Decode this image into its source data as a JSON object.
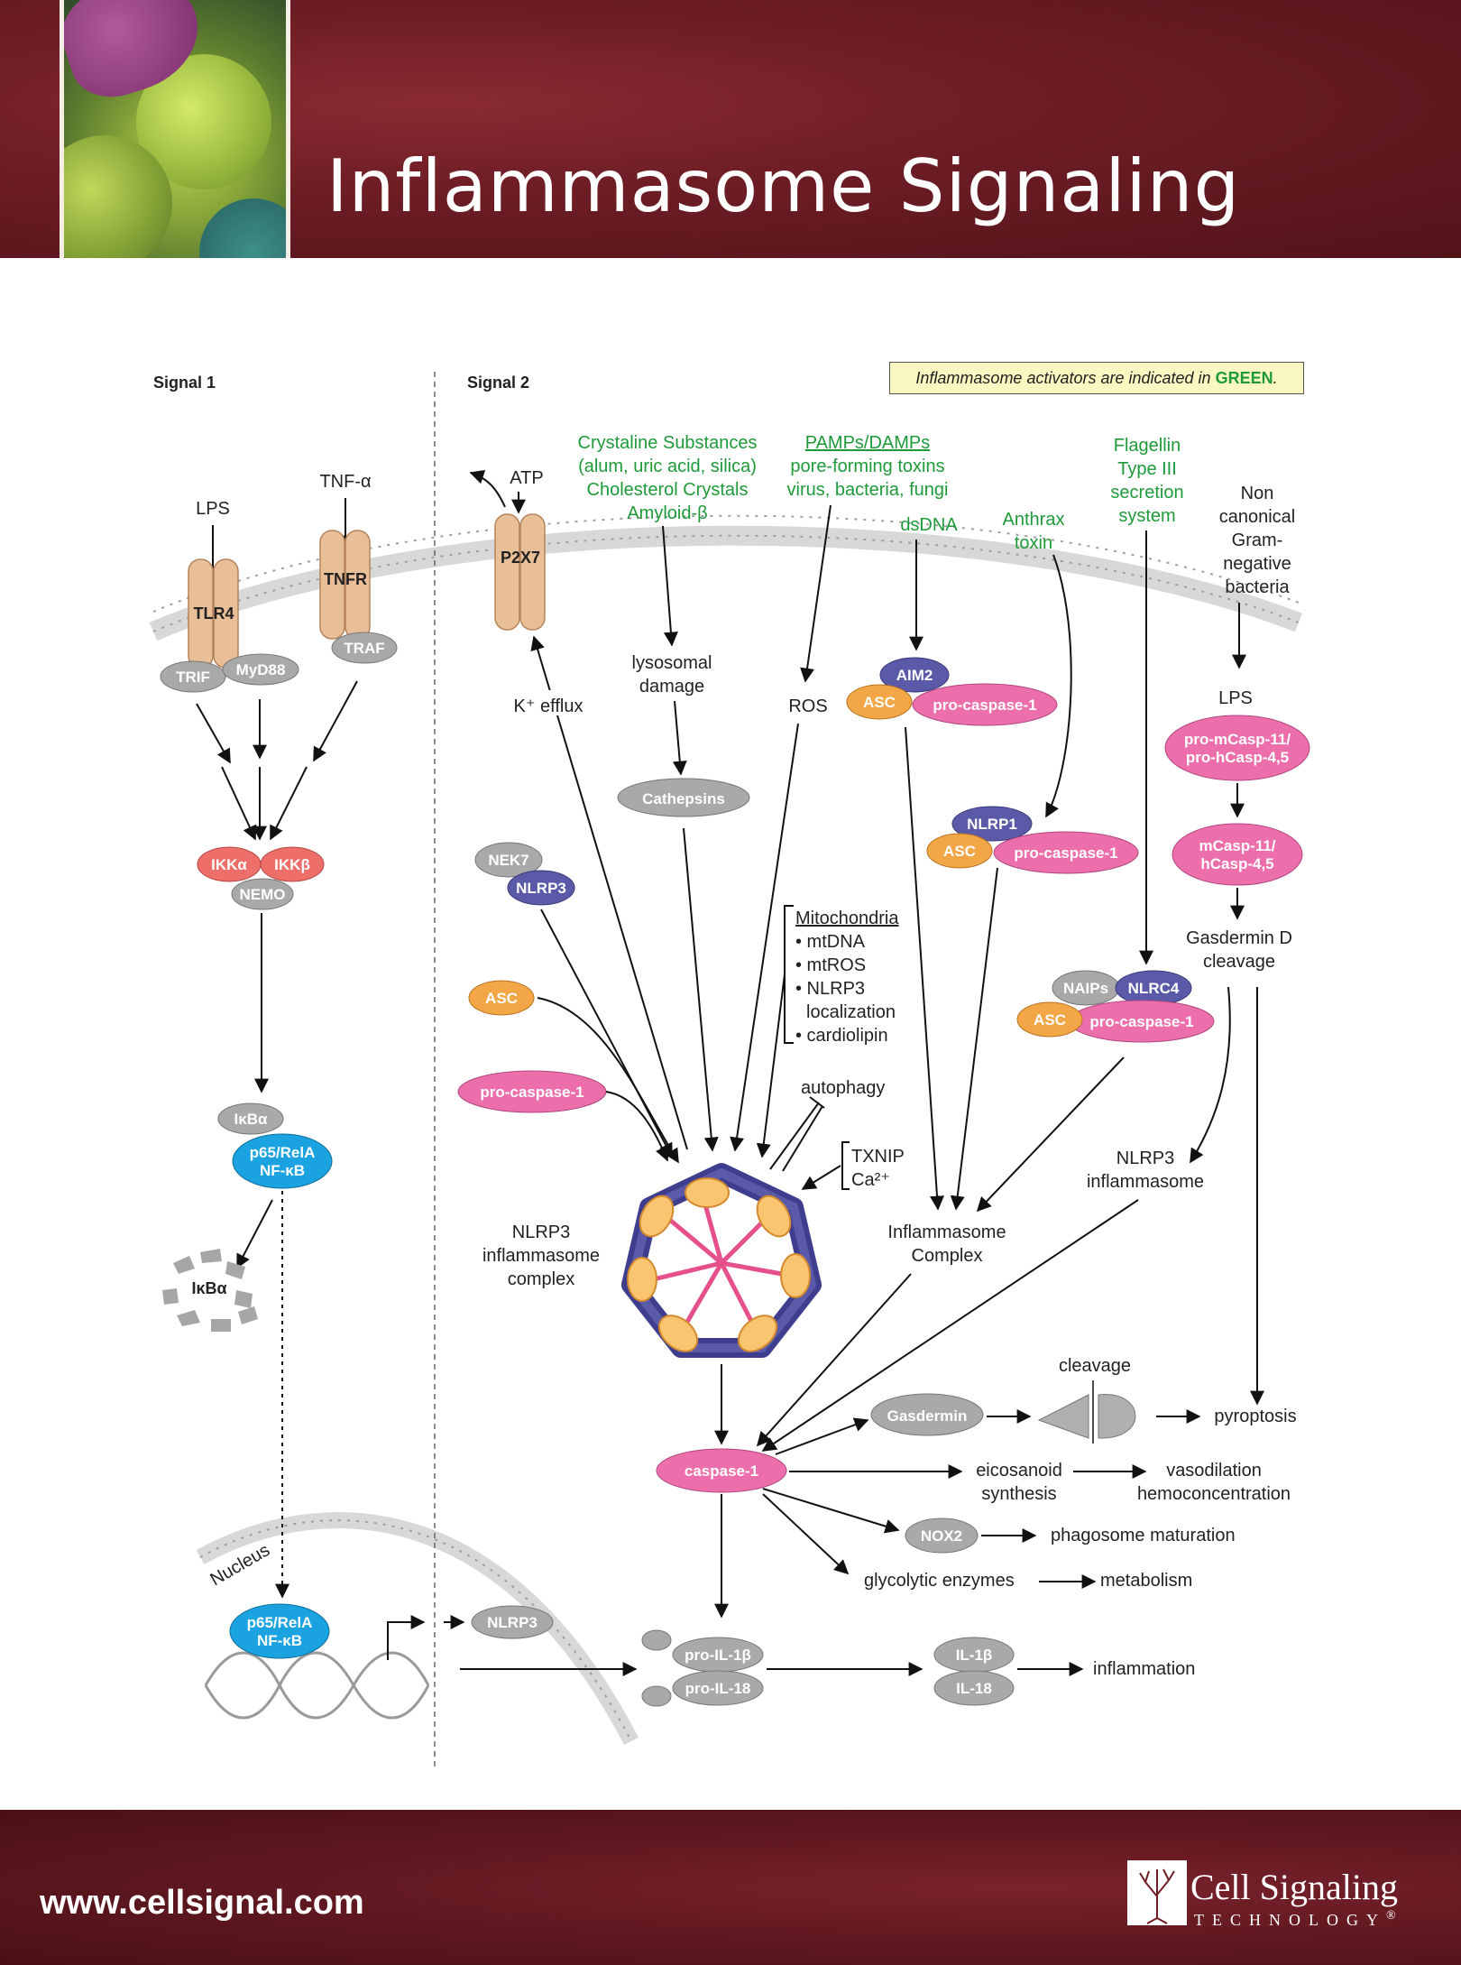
{
  "header": {
    "title": "Inflammasome Signaling"
  },
  "footer": {
    "url": "www.cellsignal.com",
    "brand_name": "Cell Signaling",
    "brand_sub": "TECHNOLOGY",
    "trademark": "®"
  },
  "legend": {
    "text": "Inflammasome activators are indicated in ",
    "highlight": "GREEN",
    "end": "."
  },
  "signal1": {
    "title": "Signal 1"
  },
  "signal2": {
    "title": "Signal 2"
  },
  "signal1_labels": {
    "lps": "LPS",
    "tnf": "TNF-α",
    "tlr4": "TLR4",
    "tnfr": "TNFR",
    "trif": "TRIF",
    "myd88": "MyD88",
    "traf": "TRAF",
    "ikka": "IKKα",
    "ikkb": "IKKβ",
    "nemo": "NEMO",
    "ikba": "IκBα",
    "p65_1": "p65/RelA",
    "p65_2": "NF-κB",
    "ikba_deg": "IκBα",
    "nucleus": "Nucleus"
  },
  "activators": {
    "crys1": "Crystaline Substances",
    "crys2": "(alum, uric acid, silica)",
    "crys3": "Cholesterol Crystals",
    "crys4": "Amyloid-β",
    "pamps1": "PAMPs/DAMPs",
    "pamps2": "pore-forming toxins",
    "pamps3": "virus, bacteria, fungi",
    "dsdna": "dsDNA",
    "anthrax1": "Anthrax",
    "anthrax2": "toxin",
    "flag1": "Flagellin",
    "flag2": "Type III",
    "flag3": "secretion",
    "flag4": "system"
  },
  "labels": {
    "atp": "ATP",
    "p2x7": "P2X7",
    "k_efflux": "K⁺ efflux",
    "lyso1": "lysosomal",
    "lyso2": "damage",
    "ros": "ROS",
    "cathepsins": "Cathepsins",
    "nek7": "NEK7",
    "nlrp3": "NLRP3",
    "asc": "ASC",
    "procasp": "pro-caspase-1",
    "mito_title": "Mitochondria",
    "mito1": "• mtDNA",
    "mito2": "• mtROS",
    "mito3": "• NLRP3",
    "mito4": "localization",
    "mito5": "• cardiolipin",
    "autophagy": "autophagy",
    "txnip": "TXNIP",
    "ca": "Ca²⁺",
    "nlrp3c1": "NLRP3",
    "nlrp3c2": "inflammasome",
    "nlrp3c3": "complex",
    "aim2": "AIM2",
    "nlrp1": "NLRP1",
    "naips": "NAIPs",
    "nlrc4": "NLRC4",
    "nonc1": "Non",
    "nonc2": "canonical",
    "nonc3": "Gram-",
    "nonc4": "negative",
    "nonc5": "bacteria",
    "lps2": "LPS",
    "promcasp1": "pro-mCasp-11/",
    "promcasp2": "pro-hCasp-4,5",
    "mcasp1": "mCasp-11/",
    "mcasp2": "hCasp-4,5",
    "gsdmd1": "Gasdermin D",
    "gsdmd2": "cleavage",
    "infl1": "Inflammasome",
    "infl2": "Complex",
    "ni1": "NLRP3",
    "ni2": "inflammasome",
    "casp1": "caspase-1",
    "gasdermin": "Gasdermin",
    "cleavage": "cleavage",
    "pyroptosis": "pyroptosis",
    "eico1": "eicosanoid",
    "eico2": "synthesis",
    "vaso1": "vasodilation",
    "vaso2": "hemoconcentration",
    "nox2": "NOX2",
    "phago": "phagosome maturation",
    "glyco": "glycolytic enzymes",
    "metab": "metabolism",
    "nlrp3b": "NLRP3",
    "proil1b": "pro-IL-1β",
    "proil18": "pro-IL-18",
    "il1b": "IL-1β",
    "il18": "IL-18",
    "inflammation": "inflammation",
    "p65n1": "p65/RelA",
    "p65n2": "NF-κB"
  },
  "colors": {
    "header": "#6e1d25",
    "activator_green": "#1f9a3a",
    "receptor": "#e9bf98",
    "pink": "#ec6fac",
    "orange": "#f2a646",
    "purple": "#5b5aa8",
    "grey": "#a9a9a9",
    "blue": "#1aa3e0",
    "salmon": "#ee6f6a"
  }
}
